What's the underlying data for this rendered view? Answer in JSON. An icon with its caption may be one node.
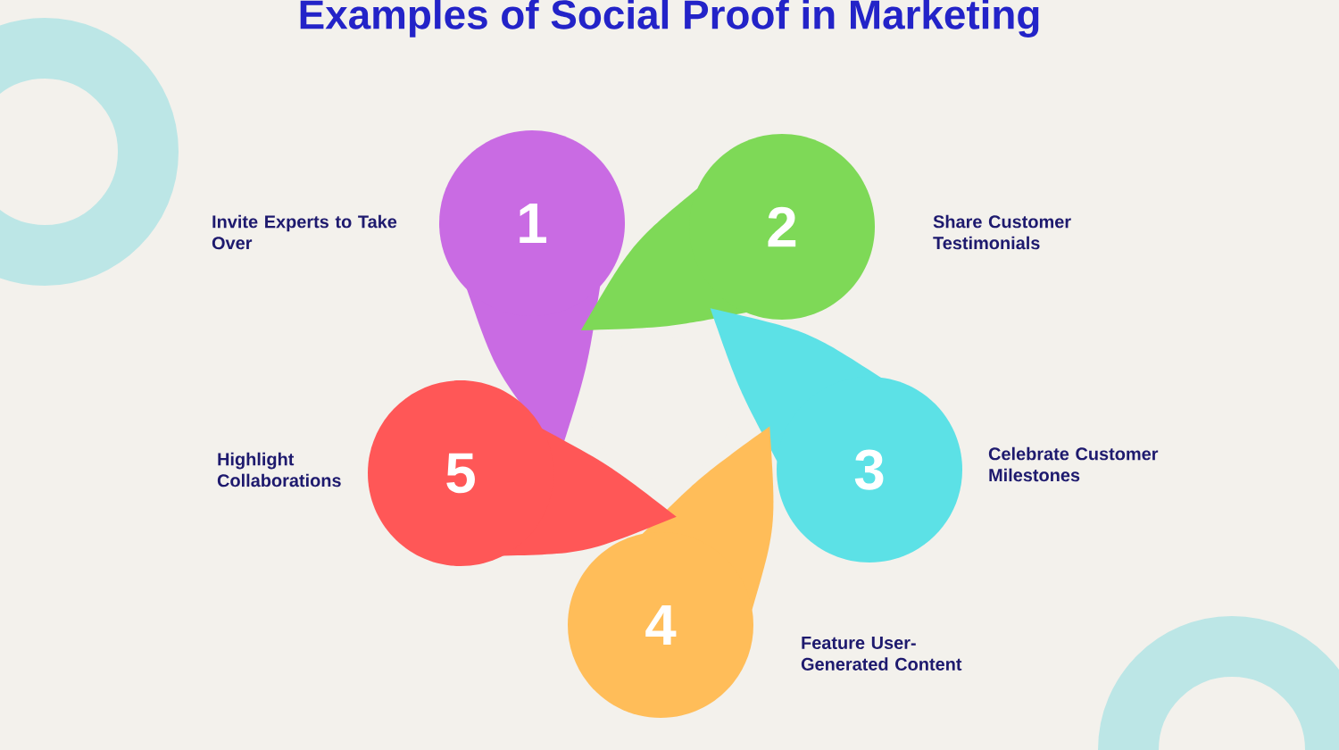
{
  "diagram": {
    "title": "Examples of Social Proof in Marketing",
    "nodes": [
      {
        "text": [
          "1"
        ],
        "beside": [
          "Invite Experts to Take Over"
        ]
      },
      {
        "text": [
          "2"
        ],
        "beside": [
          "Share Customer Testimonials"
        ]
      },
      {
        "text": [
          "3"
        ],
        "beside": [
          "Celebrate Customer Milestones"
        ]
      },
      {
        "text": [
          "4"
        ],
        "beside": [
          "Feature User-Generated Content"
        ]
      },
      {
        "text": [
          "5"
        ],
        "beside": [
          "Highlight Collaborations"
        ]
      }
    ]
  }
}
